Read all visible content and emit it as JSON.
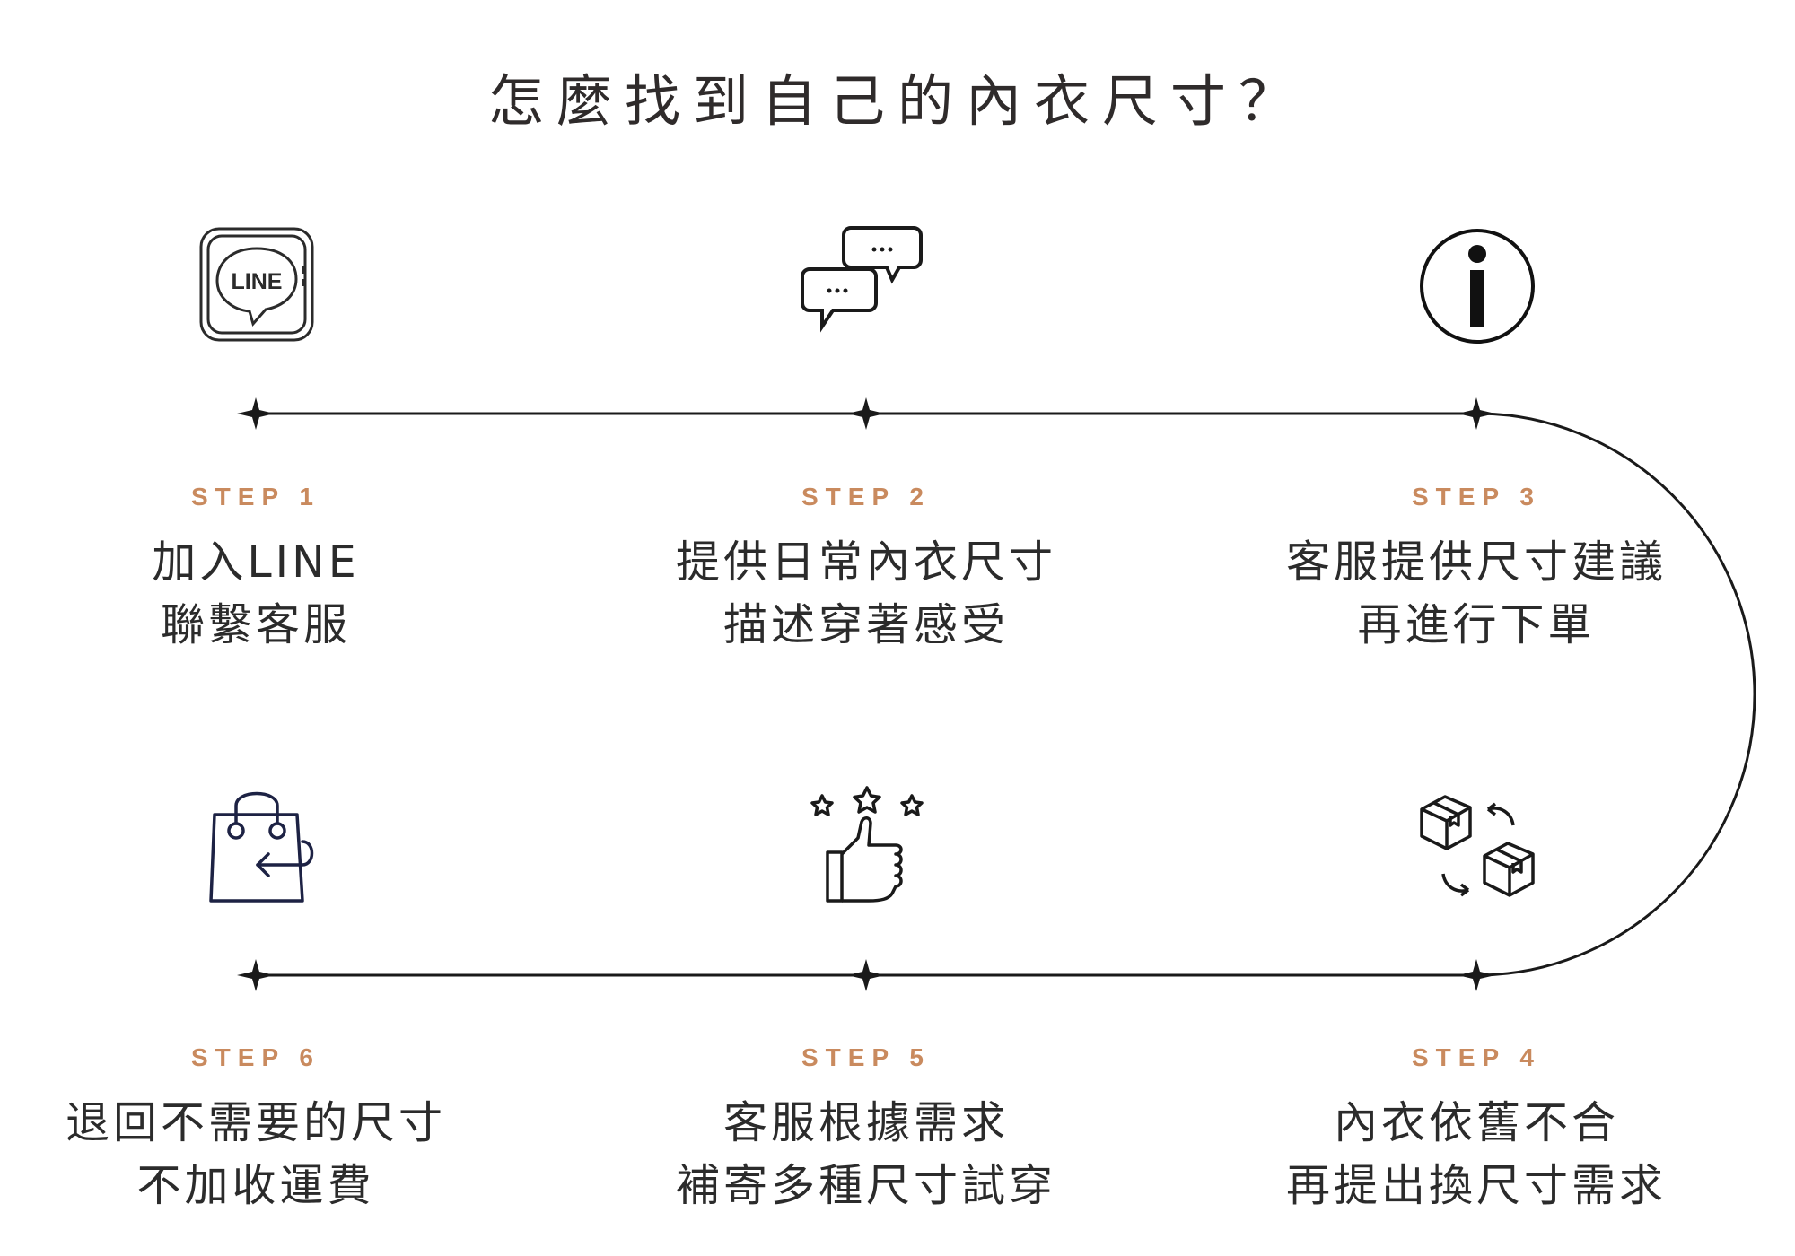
{
  "title": "怎麼找到自己的內衣尺寸？",
  "line_icon_text": "LINE",
  "steps": [
    {
      "label": "STEP 1",
      "lines": [
        "加入LINE",
        "聯繫客服"
      ],
      "icon": "line-app-icon"
    },
    {
      "label": "STEP 2",
      "lines": [
        "提供日常內衣尺寸",
        "描述穿著感受"
      ],
      "icon": "chat-bubbles-icon"
    },
    {
      "label": "STEP 3",
      "lines": [
        "客服提供尺寸建議",
        "再進行下單"
      ],
      "icon": "info-icon"
    },
    {
      "label": "STEP 4",
      "lines": [
        "內衣依舊不合",
        "再提出換尺寸需求"
      ],
      "icon": "exchange-boxes-icon"
    },
    {
      "label": "STEP 5",
      "lines": [
        "客服根據需求",
        "補寄多種尺寸試穿"
      ],
      "icon": "thumbs-up-stars-icon"
    },
    {
      "label": "STEP 6",
      "lines": [
        "退回不需要的尺寸",
        "不加收運費"
      ],
      "icon": "return-bag-icon"
    }
  ],
  "colors": {
    "accent": "#c98a5e",
    "line": "#1a1a1a",
    "text": "#2b2b2b",
    "bag": "#1d2244"
  }
}
